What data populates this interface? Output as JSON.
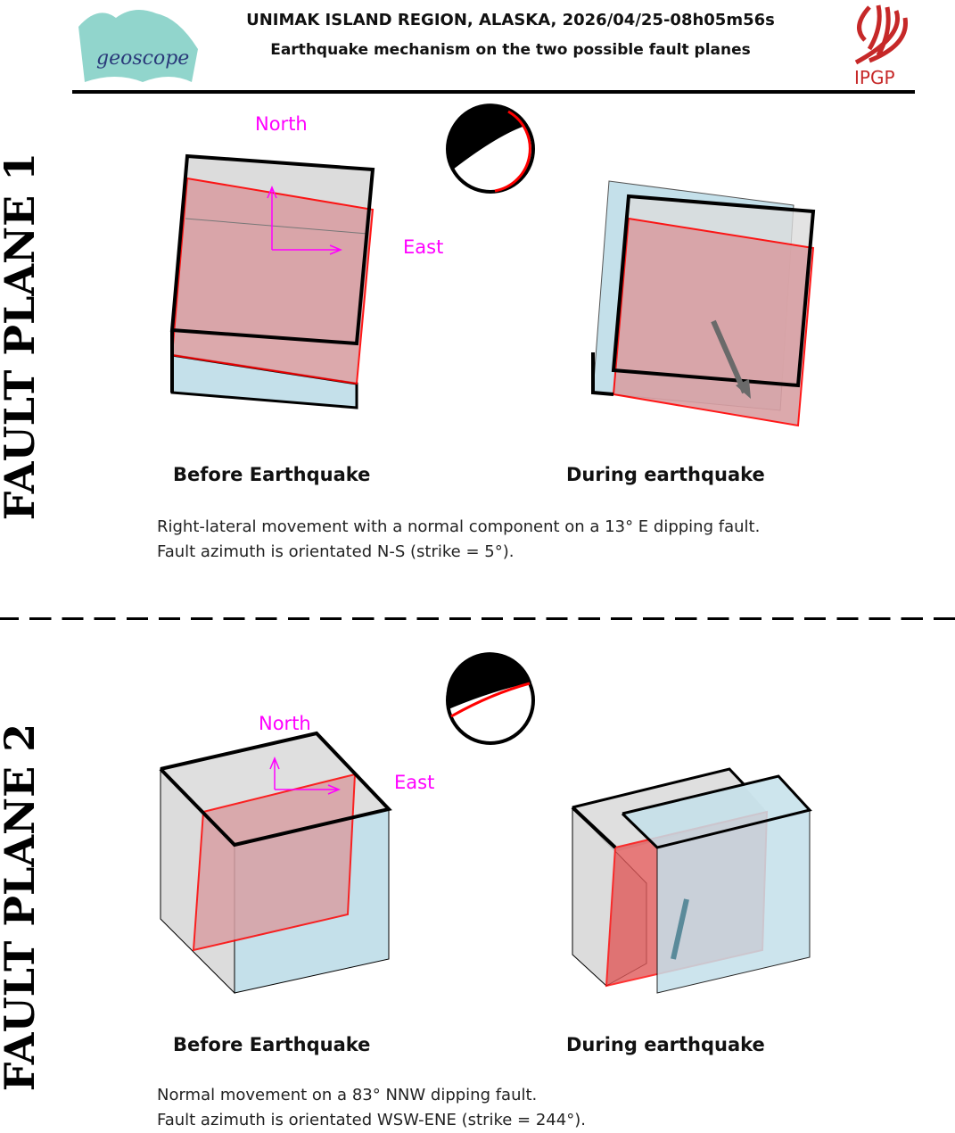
{
  "header": {
    "title": "UNIMAK ISLAND REGION, ALASKA, 2026/04/25-08h05m56s",
    "subtitle": "Earthquake mechanism on the two possible fault planes",
    "logo_left": "geoscope",
    "logo_right": "IPGP"
  },
  "planes": [
    {
      "side_label": "FAULT PLANE 1",
      "north": "North",
      "east": "East",
      "before": "Before Earthquake",
      "during": "During earthquake",
      "desc1": "Right-lateral movement with a normal component on a 13° E dipping fault.",
      "desc2": "Fault azimuth is orientated N-S (strike = 5°)."
    },
    {
      "side_label": "FAULT PLANE 2",
      "north": "North",
      "east": "East",
      "before": "Before Earthquake",
      "during": "During earthquake",
      "desc1": "Normal movement on a 83° NNW dipping fault.",
      "desc2": "Fault azimuth is orientated WSW-ENE (strike = 244°)."
    }
  ],
  "colors": {
    "plane": "#d9a0a4",
    "block": "#c4e0ea",
    "top": "#d6d6d6",
    "accent": "#ff00ff"
  }
}
